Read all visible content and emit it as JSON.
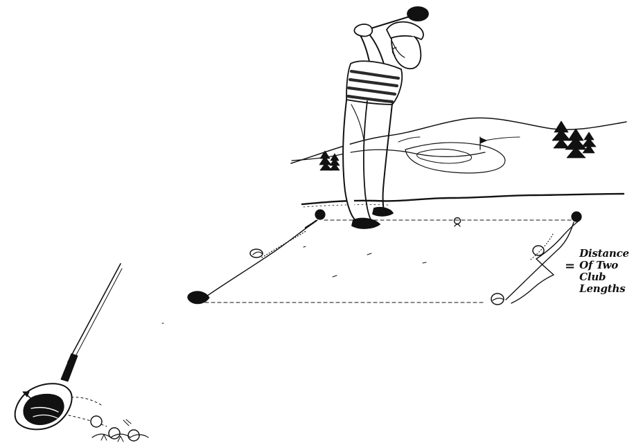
{
  "annotation": {
    "equals": "=",
    "lines": [
      "Distance",
      "Of Two",
      "Club",
      "Lengths"
    ]
  },
  "colors": {
    "ink": "#111111",
    "paper": "#ffffff",
    "shade": "#2a2a2a"
  },
  "icons": [
    "golfer-illustration",
    "club-head-icon",
    "golf-ball-icon",
    "tee-icon",
    "pine-tree-icon",
    "flag-icon",
    "driver-close-up-icon"
  ]
}
